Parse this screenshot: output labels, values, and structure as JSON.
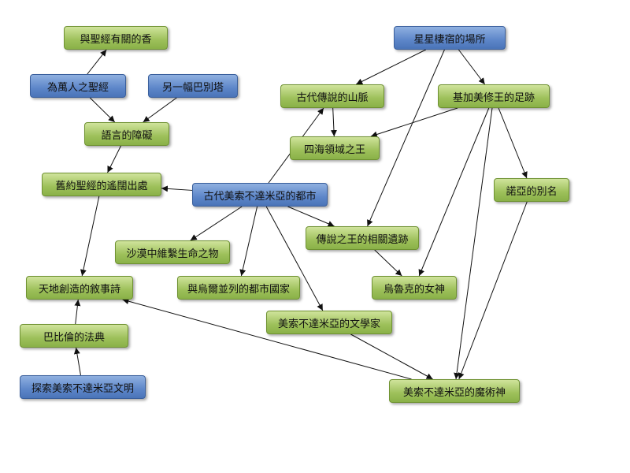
{
  "nodes": {
    "n1": {
      "label": "與聖經有關的香",
      "color": "green"
    },
    "n2": {
      "label": "為萬人之聖經",
      "color": "blue"
    },
    "n3": {
      "label": "另一幅巴別塔",
      "color": "blue"
    },
    "n4": {
      "label": "語言的障礙",
      "color": "green"
    },
    "n5": {
      "label": "舊約聖經的遙闊出處",
      "color": "green"
    },
    "n6": {
      "label": "古代美索不達米亞的都市",
      "color": "blue"
    },
    "n7": {
      "label": "沙漠中維繫生命之物",
      "color": "green"
    },
    "n8": {
      "label": "天地創造的敘事詩",
      "color": "green"
    },
    "n9": {
      "label": "與烏爾並列的都市國家",
      "color": "green"
    },
    "n10": {
      "label": "巴比倫的法典",
      "color": "green"
    },
    "n11": {
      "label": "探索美索不達米亞文明",
      "color": "blue"
    },
    "n12": {
      "label": "美索不達米亞的文學家",
      "color": "green"
    },
    "n13": {
      "label": "美索不達米亞的魔術神",
      "color": "green"
    },
    "n14": {
      "label": "星星棲宿的場所",
      "color": "blue"
    },
    "n15": {
      "label": "古代傳說的山脈",
      "color": "green"
    },
    "n16": {
      "label": "基加美修王的足跡",
      "color": "green"
    },
    "n17": {
      "label": "四海領域之王",
      "color": "green"
    },
    "n18": {
      "label": "諾亞的別名",
      "color": "green"
    },
    "n19": {
      "label": "傳說之王的相關遺跡",
      "color": "green"
    },
    "n20": {
      "label": "烏魯克的女神",
      "color": "green"
    }
  },
  "edges": [
    [
      "n2",
      "n1"
    ],
    [
      "n2",
      "n4"
    ],
    [
      "n3",
      "n4"
    ],
    [
      "n4",
      "n5"
    ],
    [
      "n5",
      "n8"
    ],
    [
      "n6",
      "n5"
    ],
    [
      "n6",
      "n7"
    ],
    [
      "n6",
      "n9"
    ],
    [
      "n6",
      "n12"
    ],
    [
      "n6",
      "n15"
    ],
    [
      "n6",
      "n19"
    ],
    [
      "n10",
      "n8"
    ],
    [
      "n11",
      "n10"
    ],
    [
      "n12",
      "n13"
    ],
    [
      "n13",
      "n8"
    ],
    [
      "n14",
      "n15"
    ],
    [
      "n14",
      "n16"
    ],
    [
      "n14",
      "n19"
    ],
    [
      "n15",
      "n17"
    ],
    [
      "n16",
      "n17"
    ],
    [
      "n16",
      "n18"
    ],
    [
      "n16",
      "n20"
    ],
    [
      "n16",
      "n13"
    ],
    [
      "n18",
      "n13"
    ],
    [
      "n19",
      "n20"
    ]
  ],
  "colors": {
    "green_fill": "#9dc05a",
    "blue_fill": "#5d86c9",
    "edge": "#111111"
  }
}
